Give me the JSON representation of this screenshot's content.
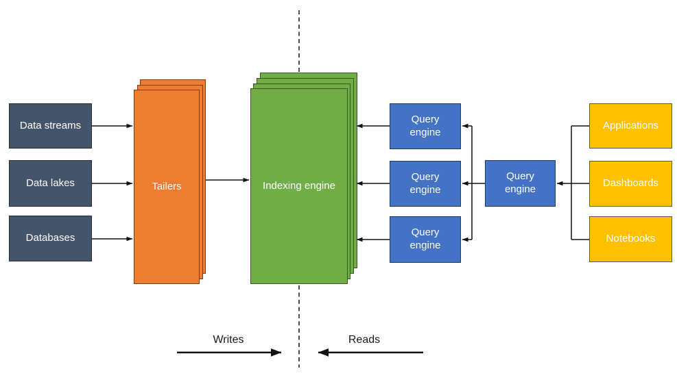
{
  "diagram": {
    "sources": [
      {
        "label": "Data streams"
      },
      {
        "label": "Data lakes"
      },
      {
        "label": "Databases"
      }
    ],
    "tailers": {
      "label": "Tailers"
    },
    "indexing_engine": {
      "label": "Indexing engine"
    },
    "query_engines": [
      {
        "label": "Query engine"
      },
      {
        "label": "Query engine"
      },
      {
        "label": "Query engine"
      }
    ],
    "query_router": {
      "label": "Query engine"
    },
    "consumers": [
      {
        "label": "Applications"
      },
      {
        "label": "Dashboards"
      },
      {
        "label": "Notebooks"
      }
    ],
    "flow": {
      "writes": "Writes",
      "reads": "Reads"
    },
    "colors": {
      "slate": "#44546A",
      "slateBorder": "#222A35",
      "orange": "#ED7D31",
      "orangeBorder": "#843C0C",
      "green": "#70AD47",
      "greenBorder": "#375623",
      "blue": "#4472C4",
      "blueBorder": "#1F3864",
      "yellow": "#FFC000",
      "yellowBorder": "#595959",
      "line": "#111111",
      "labelText": "#1A1A1A",
      "boxText": "#FFFFFF",
      "background": "#FFFFFF"
    }
  }
}
